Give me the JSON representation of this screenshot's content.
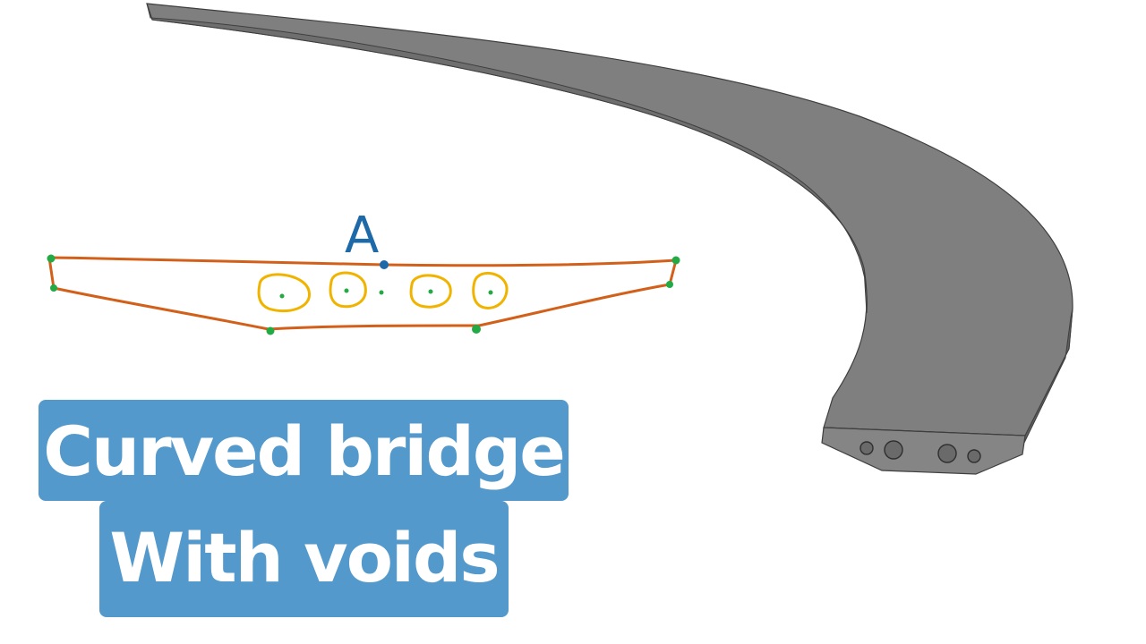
{
  "sketch": {
    "point_label": "A"
  },
  "caption": {
    "line1": "Curved bridge",
    "line2": "With voids"
  },
  "colors": {
    "deck_fill": "#7f7f7f",
    "deck_edge": "#3f3f3f",
    "section_outline": "#d2601a",
    "voids": "#f0b400",
    "support_points": "#22aa44",
    "label_a": "#1e6aa8",
    "caption_background": "#5499cc",
    "caption_text": "#ffffff"
  }
}
